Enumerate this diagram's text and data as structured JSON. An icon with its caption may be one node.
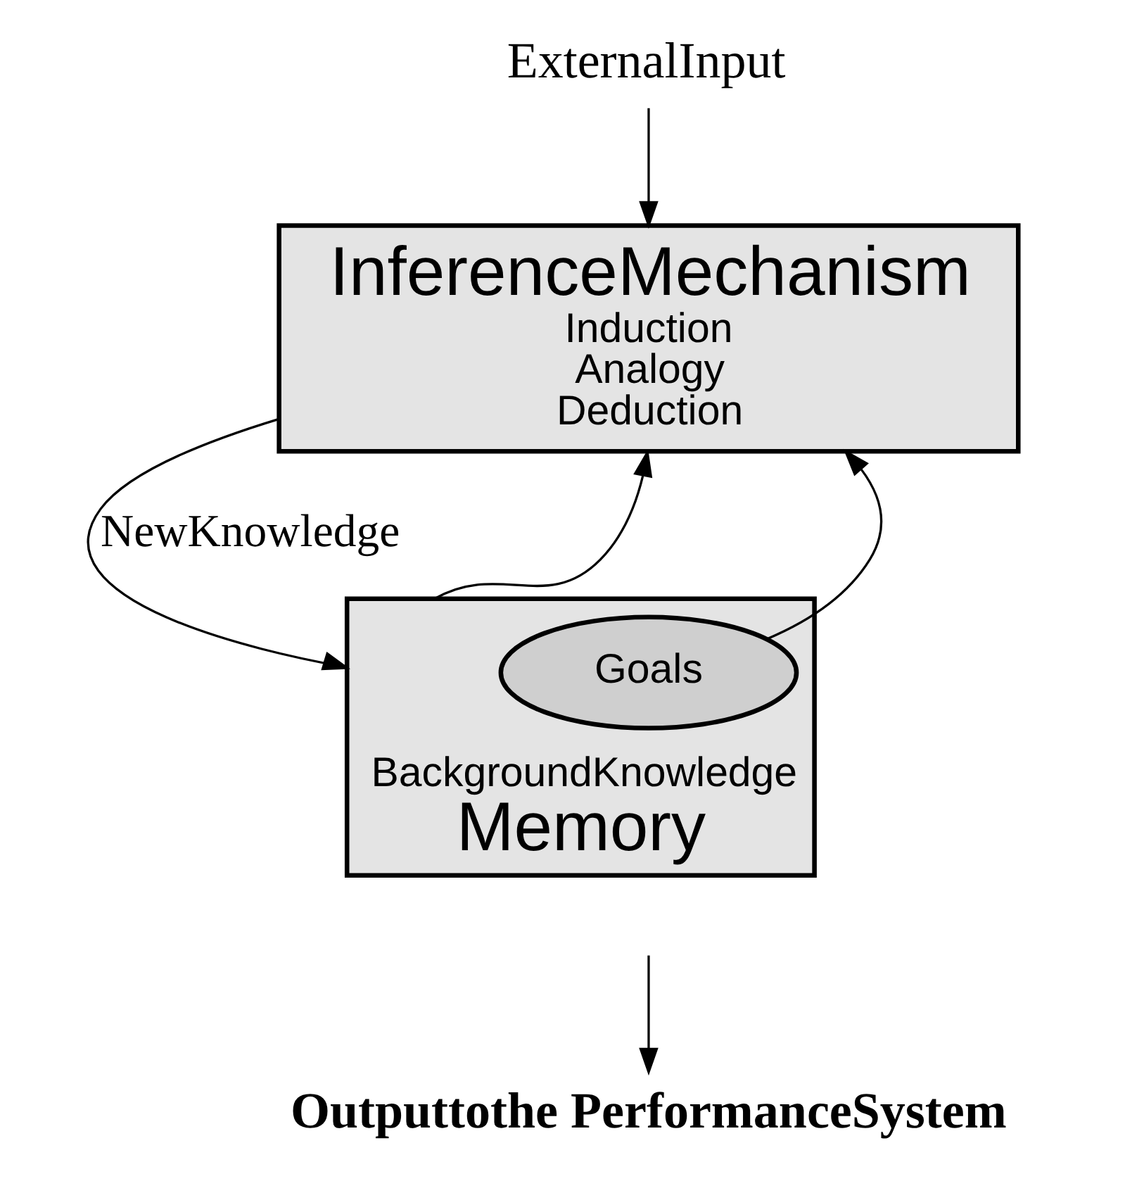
{
  "diagram": {
    "nodes": [
      {
        "text": [
          "ExternalInput"
        ]
      },
      {
        "text": [
          "InferenceMechanism",
          "Induction",
          "Analogy",
          "Deduction"
        ]
      },
      {
        "text": [
          "BackgroundKnowledge",
          "Memory"
        ]
      },
      {
        "text": [
          "Goals"
        ],
        "in": 2
      },
      {
        "text": [
          "Outputtothe PerformanceSystem"
        ]
      }
    ],
    "edges": [
      {
        "from": 0,
        "to": 1,
        "arrow": "to"
      },
      {
        "from": 3,
        "to": 1,
        "arrow": "to"
      },
      {
        "from": 1,
        "to": 2,
        "arrow": "to",
        "label": "NewKnowledge"
      },
      {
        "from": 2,
        "to": 1,
        "arrow": "to"
      },
      {
        "from": null,
        "to": 4,
        "arrow": "to"
      }
    ]
  }
}
